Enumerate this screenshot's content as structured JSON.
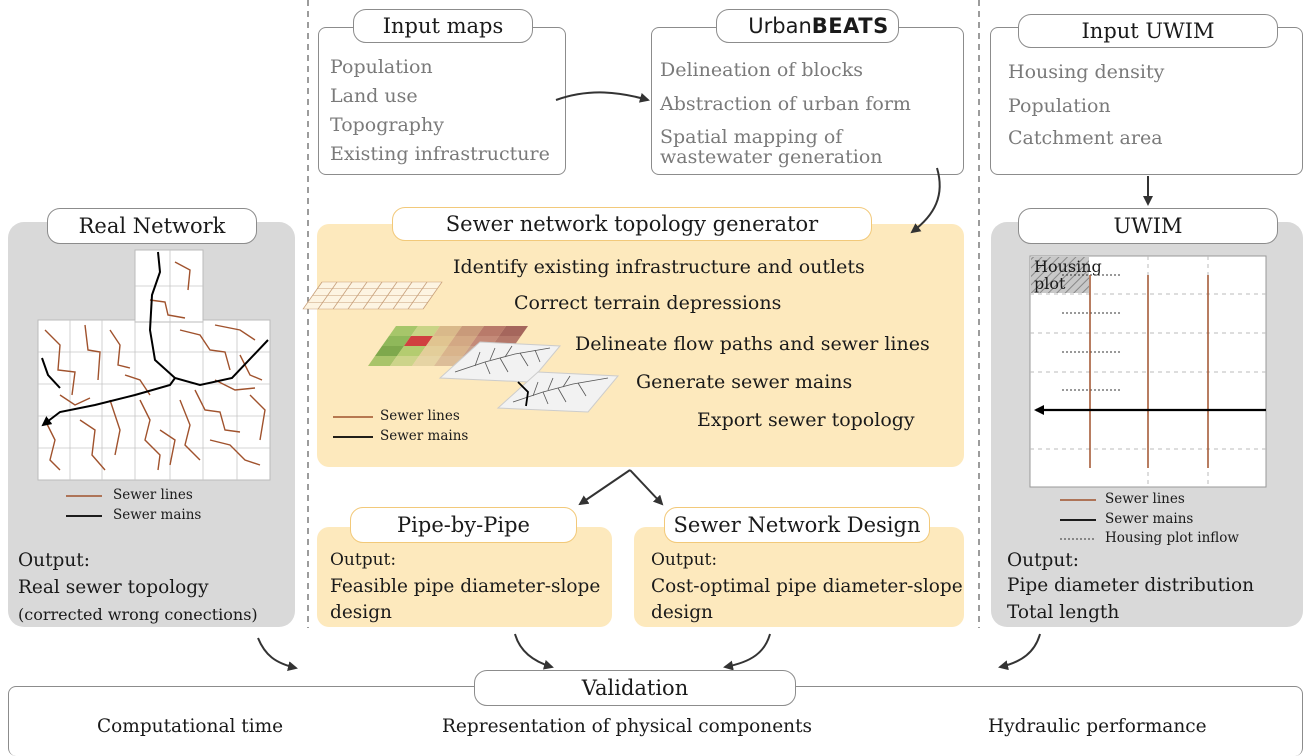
{
  "input_maps": {
    "title": "Input maps",
    "items": [
      "Population",
      "Land use",
      "Topography",
      "Existing infrastructure"
    ]
  },
  "urbanbeats": {
    "logo_part1": "Urban",
    "logo_part2": "BEATS",
    "items": [
      "Delineation of blocks",
      "Abstraction of urban form",
      "Spatial mapping of",
      "wastewater generation"
    ]
  },
  "input_uwim": {
    "title": "Input UWIM",
    "items": [
      "Housing density",
      "Population",
      "Catchment area"
    ]
  },
  "real_network": {
    "title": "Real Network",
    "legend_lines": "Sewer lines",
    "legend_mains": "Sewer mains",
    "output_label": "Output:",
    "output_line1": "Real sewer topology",
    "output_line2": "(corrected wrong conections)"
  },
  "generator": {
    "title": "Sewer network topology generator",
    "steps": [
      "Identify existing infrastructure and outlets",
      "Correct terrain depressions",
      "Delineate flow paths and sewer lines",
      "Generate sewer mains",
      "Export sewer topology"
    ],
    "legend_lines": "Sewer lines",
    "legend_mains": "Sewer mains"
  },
  "uwim": {
    "title": "UWIM",
    "plot_label_1": "Housing",
    "plot_label_2": "plot",
    "legend_lines": "Sewer lines",
    "legend_mains": "Sewer mains",
    "legend_inflow": "Housing plot inflow",
    "output_label": "Output:",
    "output_line1": "Pipe diameter distribution",
    "output_line2": "Total length"
  },
  "pipe_by_pipe": {
    "title": "Pipe-by-Pipe",
    "output_label": "Output:",
    "line1": "Feasible pipe diameter-slope",
    "line2": "design"
  },
  "network_design": {
    "title": "Sewer Network Design",
    "output_label": "Output:",
    "line1": "Cost-optimal pipe diameter-slope",
    "line2": "design"
  },
  "validation": {
    "title": "Validation",
    "criteria": [
      "Computational time",
      "Representation of physical components",
      "Hydraulic performance"
    ]
  },
  "colors": {
    "sewer_lines": "#a0522d",
    "sewer_mains": "#000000",
    "panel_grey": "#d9d9d9",
    "panel_yellow": "#fde9bd"
  }
}
